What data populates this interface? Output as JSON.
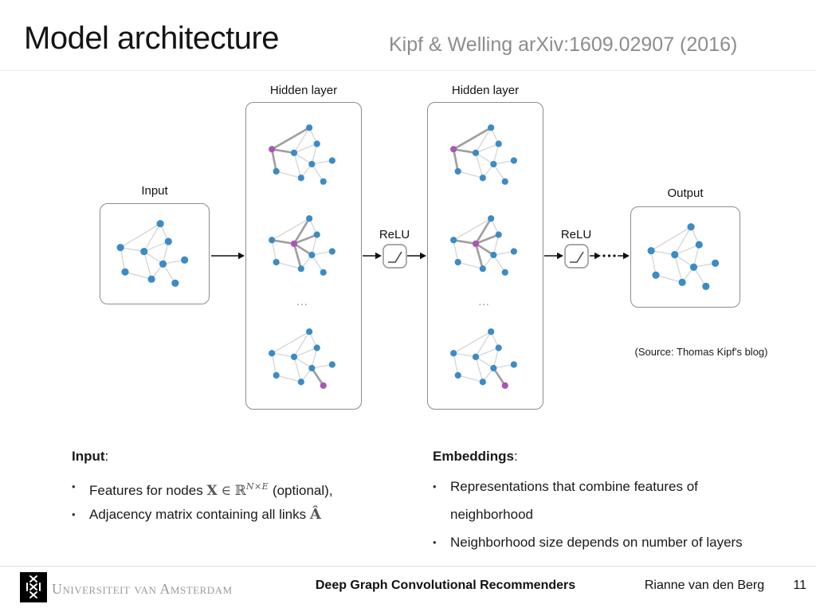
{
  "header": {
    "title": "Model architecture",
    "citation": "Kipf & Welling arXiv:1609.02907 (2016)"
  },
  "diagram": {
    "panels": [
      {
        "id": "input",
        "label": "Input"
      },
      {
        "id": "hidden1",
        "label": "Hidden layer"
      },
      {
        "id": "hidden2",
        "label": "Hidden layer"
      },
      {
        "id": "output",
        "label": "Output"
      }
    ],
    "relu_label": "ReLU",
    "inner_ellipsis": "…",
    "source_note": "(Source: Thomas Kipf's blog)",
    "colors": {
      "node": "#3a8bc6",
      "highlight_node": "#a657b2",
      "edge": "#d5d5d5",
      "edge_thick": "#a0a0a0",
      "border": "#8d8d8d",
      "arrow": "#111111"
    },
    "graph": {
      "nodes": [
        [
          0.565,
          0.148
        ],
        [
          0.652,
          0.359
        ],
        [
          0.138,
          0.43
        ],
        [
          0.391,
          0.477
        ],
        [
          0.826,
          0.578
        ],
        [
          0.594,
          0.625
        ],
        [
          0.188,
          0.719
        ],
        [
          0.471,
          0.805
        ],
        [
          0.725,
          0.852
        ]
      ],
      "edges": [
        [
          0,
          1
        ],
        [
          0,
          2
        ],
        [
          0,
          3
        ],
        [
          1,
          3
        ],
        [
          1,
          5
        ],
        [
          2,
          3
        ],
        [
          2,
          6
        ],
        [
          3,
          5
        ],
        [
          3,
          7
        ],
        [
          5,
          4
        ],
        [
          5,
          7
        ],
        [
          5,
          8
        ],
        [
          6,
          7
        ]
      ]
    },
    "hidden_graphs": [
      {
        "highlight": 2,
        "thick_edges": [
          [
            2,
            0
          ],
          [
            2,
            3
          ],
          [
            2,
            6
          ]
        ]
      },
      {
        "highlight": 3,
        "thick_edges": [
          [
            3,
            0
          ],
          [
            3,
            1
          ],
          [
            3,
            2
          ],
          [
            3,
            5
          ],
          [
            3,
            7
          ]
        ]
      },
      {
        "highlight": 8,
        "thick_edges": [
          [
            8,
            5
          ]
        ]
      }
    ]
  },
  "notes": {
    "input": {
      "heading": "Input",
      "colon": ":",
      "bullet_glyph": "•",
      "b1_pre": "Features for nodes",
      "math_x": "X",
      "math_in": "∈",
      "math_set": "ℝ",
      "math_sup": "N×E",
      "b1_post": " (optional),",
      "b2_text": "Adjacency matrix containing all links",
      "math_a": "Â"
    },
    "embeddings": {
      "heading": "Embeddings",
      "colon": ":",
      "bullet_glyph": "•",
      "b1": "Representations that combine features of neighborhood",
      "b2": "Neighborhood size depends on number of layers"
    }
  },
  "footer": {
    "university": "Universiteit van Amsterdam",
    "deck_title": "Deep Graph Convolutional Recommenders",
    "author": "Rianne van den Berg",
    "page": "11"
  }
}
